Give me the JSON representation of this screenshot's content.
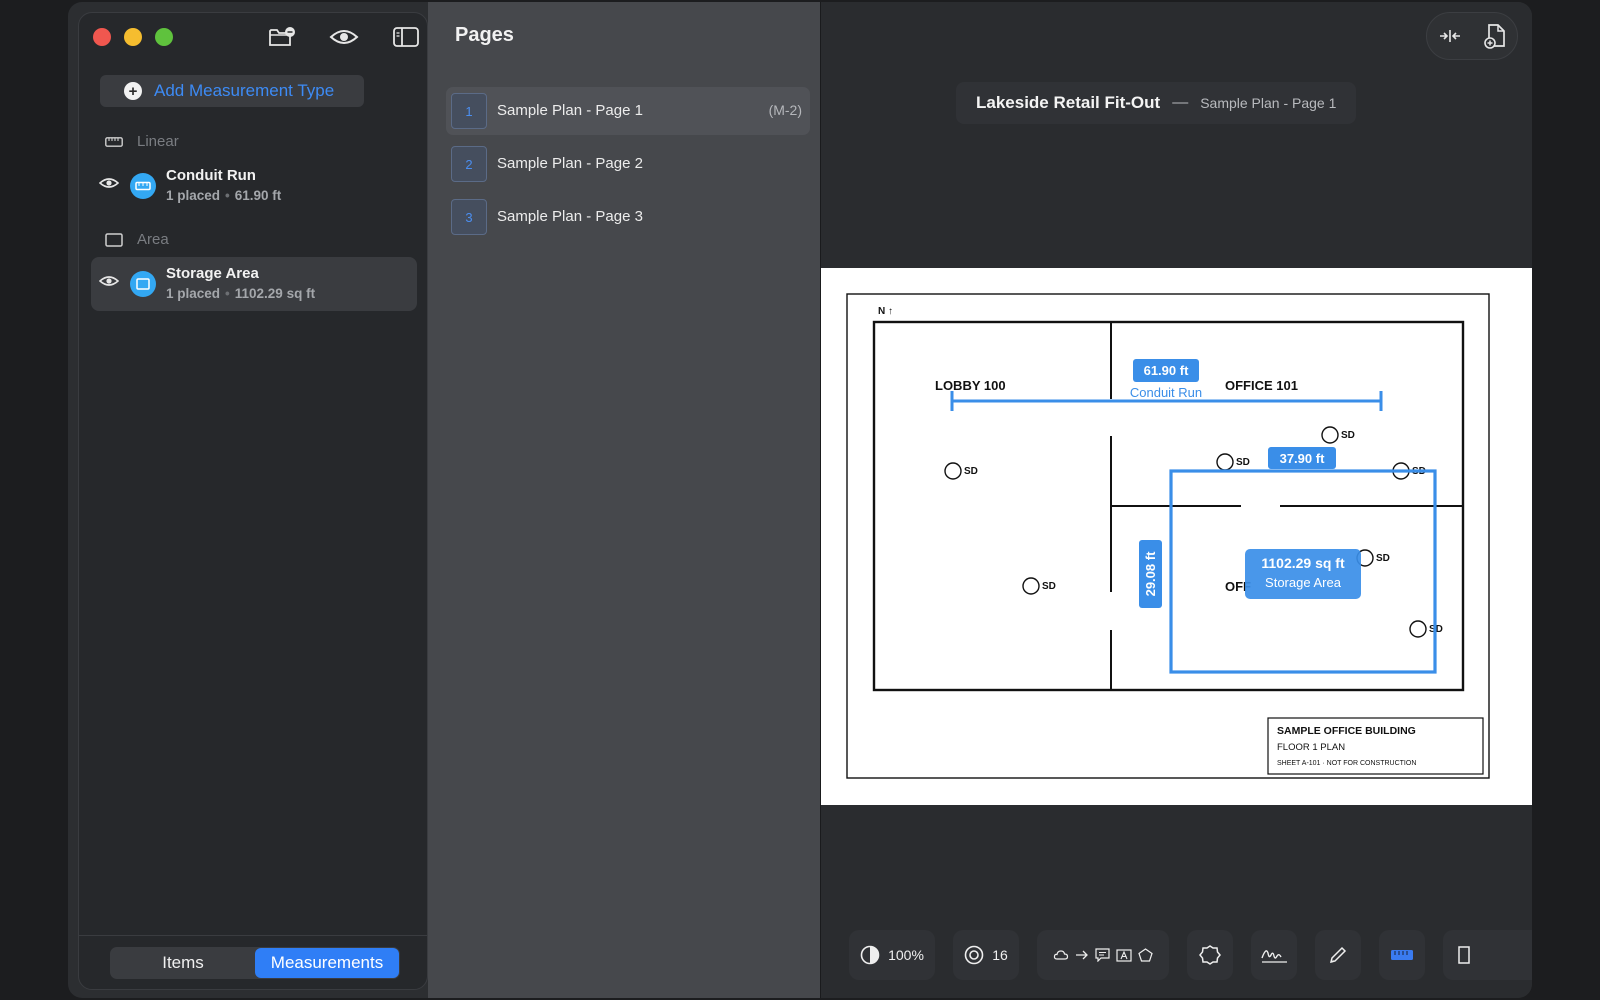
{
  "sidebar": {
    "add_type_label": "Add Measurement Type",
    "groups": [
      {
        "label": "Linear",
        "icon": "ruler-icon"
      },
      {
        "label": "Area",
        "icon": "rectangle-icon"
      }
    ],
    "measurements": [
      {
        "name": "Conduit Run",
        "placed": "1 placed",
        "value": "61.90 ft"
      },
      {
        "name": "Storage Area",
        "placed": "1 placed",
        "value": "1102.29 sq ft"
      }
    ],
    "tabs": [
      {
        "label": "Items",
        "active": false
      },
      {
        "label": "Measurements",
        "active": true
      }
    ]
  },
  "pages": {
    "title": "Pages",
    "items": [
      {
        "number": "1",
        "label": "Sample Plan - Page 1",
        "tag": "(M-2)"
      },
      {
        "number": "2",
        "label": "Sample Plan - Page 2",
        "tag": ""
      },
      {
        "number": "3",
        "label": "Sample Plan - Page 3",
        "tag": ""
      }
    ]
  },
  "viewer": {
    "project_title": "Lakeside Retail Fit-Out",
    "separator": "—",
    "page_title": "Sample Plan - Page 1",
    "plan": {
      "north": "N ↑",
      "rooms": {
        "lobby": "LOBBY 100",
        "office101": "OFFICE 101",
        "office_hidden": "OFF"
      },
      "sd": "SD",
      "linear_value": "61.90 ft",
      "linear_name": "Conduit Run",
      "width_value": "37.90 ft",
      "height_value": "29.08 ft",
      "area_value": "1102.29 sq ft",
      "area_name": "Storage Area",
      "title_block": {
        "line1": "SAMPLE OFFICE BUILDING",
        "line2": "FLOOR 1 PLAN",
        "line3": "SHEET A-101  ·  NOT FOR CONSTRUCTION"
      }
    },
    "toolbar": {
      "opacity": "100%",
      "stroke": "16"
    }
  },
  "colors": {
    "accent": "#2f7ef6",
    "measure": "#3a8ee8",
    "badge": "#33a8f3"
  }
}
